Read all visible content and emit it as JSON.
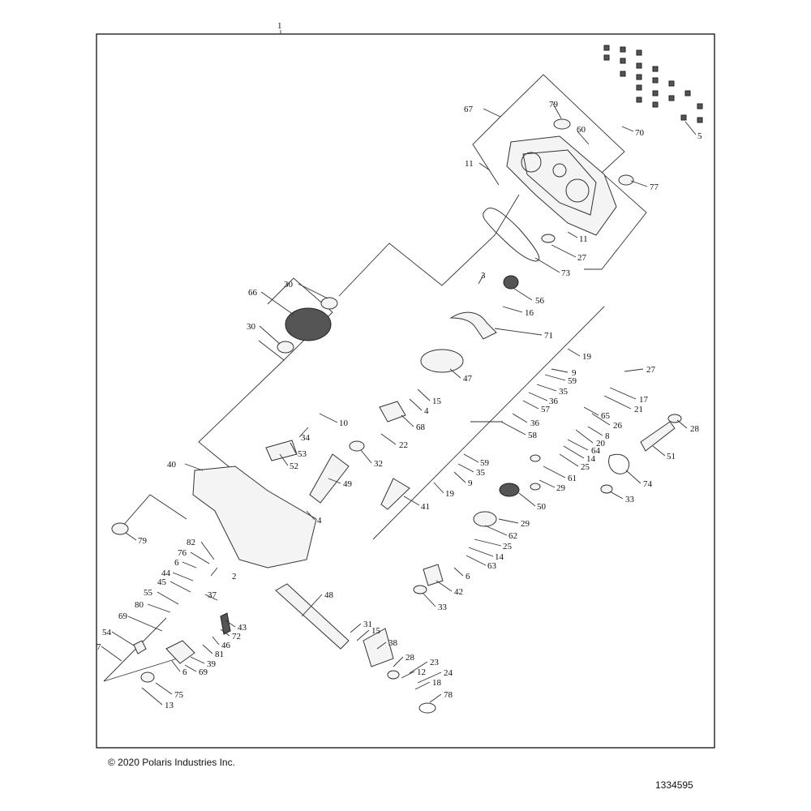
{
  "assembly_number": "1",
  "copyright": "© 2020 Polaris Industries Inc.",
  "drawing_number": "1334595",
  "callouts": [
    {
      "n": "67"
    },
    {
      "n": "79"
    },
    {
      "n": "60"
    },
    {
      "n": "70"
    },
    {
      "n": "5"
    },
    {
      "n": "11"
    },
    {
      "n": "77"
    },
    {
      "n": "11"
    },
    {
      "n": "27"
    },
    {
      "n": "73"
    },
    {
      "n": "66"
    },
    {
      "n": "30"
    },
    {
      "n": "30"
    },
    {
      "n": "3"
    },
    {
      "n": "56"
    },
    {
      "n": "16"
    },
    {
      "n": "71"
    },
    {
      "n": "19"
    },
    {
      "n": "47"
    },
    {
      "n": "9"
    },
    {
      "n": "59"
    },
    {
      "n": "35"
    },
    {
      "n": "27"
    },
    {
      "n": "17"
    },
    {
      "n": "21"
    },
    {
      "n": "36"
    },
    {
      "n": "57"
    },
    {
      "n": "65"
    },
    {
      "n": "26"
    },
    {
      "n": "15"
    },
    {
      "n": "4"
    },
    {
      "n": "36"
    },
    {
      "n": "28"
    },
    {
      "n": "10"
    },
    {
      "n": "68"
    },
    {
      "n": "8"
    },
    {
      "n": "34"
    },
    {
      "n": "58"
    },
    {
      "n": "20"
    },
    {
      "n": "22"
    },
    {
      "n": "64"
    },
    {
      "n": "51"
    },
    {
      "n": "53"
    },
    {
      "n": "14"
    },
    {
      "n": "52"
    },
    {
      "n": "32"
    },
    {
      "n": "59"
    },
    {
      "n": "25"
    },
    {
      "n": "40"
    },
    {
      "n": "35"
    },
    {
      "n": "61"
    },
    {
      "n": "74"
    },
    {
      "n": "49"
    },
    {
      "n": "9"
    },
    {
      "n": "29"
    },
    {
      "n": "19"
    },
    {
      "n": "33"
    },
    {
      "n": "41"
    },
    {
      "n": "50"
    },
    {
      "n": "4"
    },
    {
      "n": "29"
    },
    {
      "n": "79"
    },
    {
      "n": "62"
    },
    {
      "n": "82"
    },
    {
      "n": "25"
    },
    {
      "n": "76"
    },
    {
      "n": "14"
    },
    {
      "n": "6"
    },
    {
      "n": "63"
    },
    {
      "n": "2"
    },
    {
      "n": "44"
    },
    {
      "n": "6"
    },
    {
      "n": "45"
    },
    {
      "n": "42"
    },
    {
      "n": "55"
    },
    {
      "n": "37"
    },
    {
      "n": "48"
    },
    {
      "n": "33"
    },
    {
      "n": "80"
    },
    {
      "n": "69"
    },
    {
      "n": "43"
    },
    {
      "n": "72"
    },
    {
      "n": "31"
    },
    {
      "n": "15"
    },
    {
      "n": "54"
    },
    {
      "n": "46"
    },
    {
      "n": "38"
    },
    {
      "n": "7"
    },
    {
      "n": "81"
    },
    {
      "n": "39"
    },
    {
      "n": "28"
    },
    {
      "n": "23"
    },
    {
      "n": "6"
    },
    {
      "n": "69"
    },
    {
      "n": "12"
    },
    {
      "n": "24"
    },
    {
      "n": "18"
    },
    {
      "n": "75"
    },
    {
      "n": "78"
    },
    {
      "n": "13"
    }
  ]
}
